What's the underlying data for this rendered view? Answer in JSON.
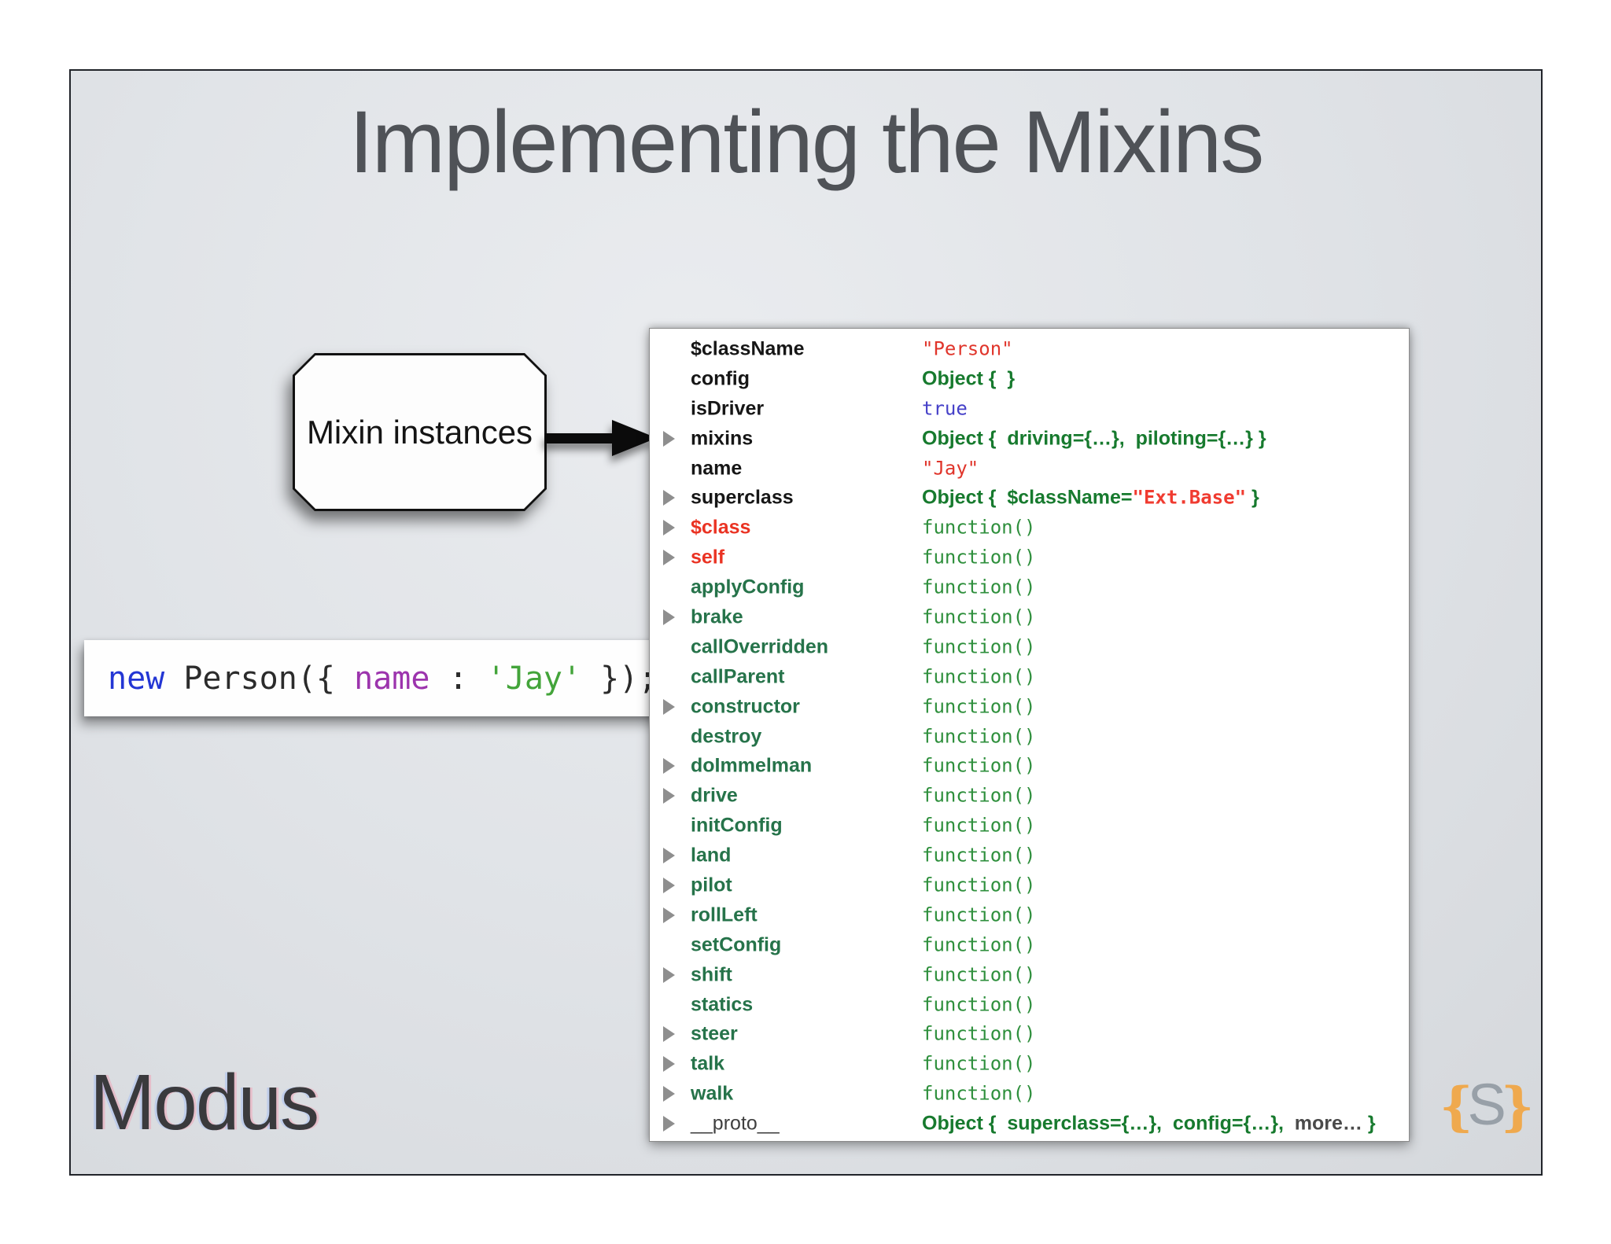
{
  "slide": {
    "title": "Implementing the Mixins",
    "callout": {
      "label": "Mixin instances"
    },
    "code": {
      "tokens": [
        {
          "text": "new",
          "color": "blue"
        },
        {
          "text": " Person({ ",
          "color": "black"
        },
        {
          "text": "name",
          "color": "purple"
        },
        {
          "text": " : ",
          "color": "black"
        },
        {
          "text": "'Jay'",
          "color": "green"
        },
        {
          "text": " });",
          "color": "black"
        }
      ]
    },
    "inspector": {
      "rows": [
        {
          "name": "$className",
          "name_color": "black",
          "expandable": false,
          "value": [
            {
              "text": "\"Person\"",
              "style": "str"
            }
          ]
        },
        {
          "name": "config",
          "name_color": "black",
          "expandable": false,
          "value": [
            {
              "text": "Object {  }",
              "style": "obj"
            }
          ]
        },
        {
          "name": "isDriver",
          "name_color": "black",
          "expandable": false,
          "value": [
            {
              "text": "true",
              "style": "bool"
            }
          ]
        },
        {
          "name": "mixins",
          "name_color": "black",
          "expandable": true,
          "value": [
            {
              "text": "Object {  driving={…},  piloting={…} }",
              "style": "obj"
            }
          ]
        },
        {
          "name": "name",
          "name_color": "black",
          "expandable": false,
          "value": [
            {
              "text": "\"Jay\"",
              "style": "str"
            }
          ]
        },
        {
          "name": "superclass",
          "name_color": "black",
          "expandable": true,
          "value": [
            {
              "text": "Object {  $className=",
              "style": "obj"
            },
            {
              "text": "\"Ext.Base\"",
              "style": "objred"
            },
            {
              "text": " }",
              "style": "obj"
            }
          ]
        },
        {
          "name": "$class",
          "name_color": "red",
          "expandable": true,
          "value": [
            {
              "text": "function()",
              "style": "fn"
            }
          ]
        },
        {
          "name": "self",
          "name_color": "red",
          "expandable": true,
          "value": [
            {
              "text": "function()",
              "style": "fn"
            }
          ]
        },
        {
          "name": "applyConfig",
          "name_color": "green",
          "expandable": false,
          "value": [
            {
              "text": "function()",
              "style": "fn"
            }
          ]
        },
        {
          "name": "brake",
          "name_color": "green",
          "expandable": true,
          "value": [
            {
              "text": "function()",
              "style": "fn"
            }
          ]
        },
        {
          "name": "callOverridden",
          "name_color": "green",
          "expandable": false,
          "value": [
            {
              "text": "function()",
              "style": "fn"
            }
          ]
        },
        {
          "name": "callParent",
          "name_color": "green",
          "expandable": false,
          "value": [
            {
              "text": "function()",
              "style": "fn"
            }
          ]
        },
        {
          "name": "constructor",
          "name_color": "green",
          "expandable": true,
          "value": [
            {
              "text": "function()",
              "style": "fn"
            }
          ]
        },
        {
          "name": "destroy",
          "name_color": "green",
          "expandable": false,
          "value": [
            {
              "text": "function()",
              "style": "fn"
            }
          ]
        },
        {
          "name": "doImmelman",
          "name_color": "green",
          "expandable": true,
          "value": [
            {
              "text": "function()",
              "style": "fn"
            }
          ]
        },
        {
          "name": "drive",
          "name_color": "green",
          "expandable": true,
          "value": [
            {
              "text": "function()",
              "style": "fn"
            }
          ]
        },
        {
          "name": "initConfig",
          "name_color": "green",
          "expandable": false,
          "value": [
            {
              "text": "function()",
              "style": "fn"
            }
          ]
        },
        {
          "name": "land",
          "name_color": "green",
          "expandable": true,
          "value": [
            {
              "text": "function()",
              "style": "fn"
            }
          ]
        },
        {
          "name": "pilot",
          "name_color": "green",
          "expandable": true,
          "value": [
            {
              "text": "function()",
              "style": "fn"
            }
          ]
        },
        {
          "name": "rollLeft",
          "name_color": "green",
          "expandable": true,
          "value": [
            {
              "text": "function()",
              "style": "fn"
            }
          ]
        },
        {
          "name": "setConfig",
          "name_color": "green",
          "expandable": false,
          "value": [
            {
              "text": "function()",
              "style": "fn"
            }
          ]
        },
        {
          "name": "shift",
          "name_color": "green",
          "expandable": true,
          "value": [
            {
              "text": "function()",
              "style": "fn"
            }
          ]
        },
        {
          "name": "statics",
          "name_color": "green",
          "expandable": false,
          "value": [
            {
              "text": "function()",
              "style": "fn"
            }
          ]
        },
        {
          "name": "steer",
          "name_color": "green",
          "expandable": true,
          "value": [
            {
              "text": "function()",
              "style": "fn"
            }
          ]
        },
        {
          "name": "talk",
          "name_color": "green",
          "expandable": true,
          "value": [
            {
              "text": "function()",
              "style": "fn"
            }
          ]
        },
        {
          "name": "walk",
          "name_color": "green",
          "expandable": true,
          "value": [
            {
              "text": "function()",
              "style": "fn"
            }
          ]
        },
        {
          "name": "__proto__",
          "name_color": "gray",
          "expandable": true,
          "value": [
            {
              "text": "Object {  superclass={…},  config={…},  ",
              "style": "obj"
            },
            {
              "text": "more…",
              "style": "muted"
            },
            {
              "text": " }",
              "style": "obj"
            }
          ]
        }
      ]
    },
    "footer": {
      "brand": "Modus",
      "logo": {
        "open_brace": "{",
        "letter": "S",
        "close_brace": "}"
      }
    }
  },
  "colors": {
    "slide_background": "#dfe2e6",
    "slide_border": "#21242a",
    "title_text": "#4f5257",
    "code_blue": "#2336d4",
    "code_purple": "#9c34ad",
    "code_green": "#43a43a",
    "value_string_red": "#e0352b",
    "value_bool_blue": "#4540c8",
    "value_function_green": "#2e8f3c",
    "value_object_green": "#177a2e",
    "name_red": "#ea3323",
    "name_green": "#26734a",
    "disclosure_gray": "#8e8e8e",
    "logo_orange": "#efa94e",
    "logo_s_gray": "#98a0a8"
  }
}
